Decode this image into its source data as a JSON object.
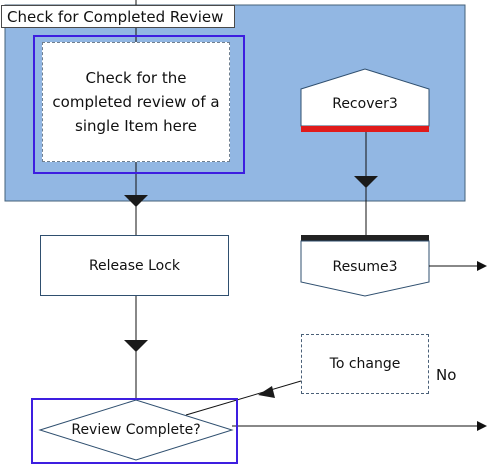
{
  "region": {
    "title": "Check for Completed Review"
  },
  "note": {
    "text": "Check for the completed review of a single Item here"
  },
  "recover": {
    "label": "Recover3"
  },
  "release_lock": {
    "label": "Release Lock"
  },
  "resume": {
    "label": "Resume3"
  },
  "to_change": {
    "label": "To change"
  },
  "decision": {
    "label": "Review Complete?"
  },
  "branch": {
    "no_label": "No"
  },
  "colors": {
    "swimlane_fill": "#92b7e3",
    "highlight_border": "#3d1ee0",
    "recover_bar": "#e01b1b",
    "resume_bar": "#222222"
  }
}
